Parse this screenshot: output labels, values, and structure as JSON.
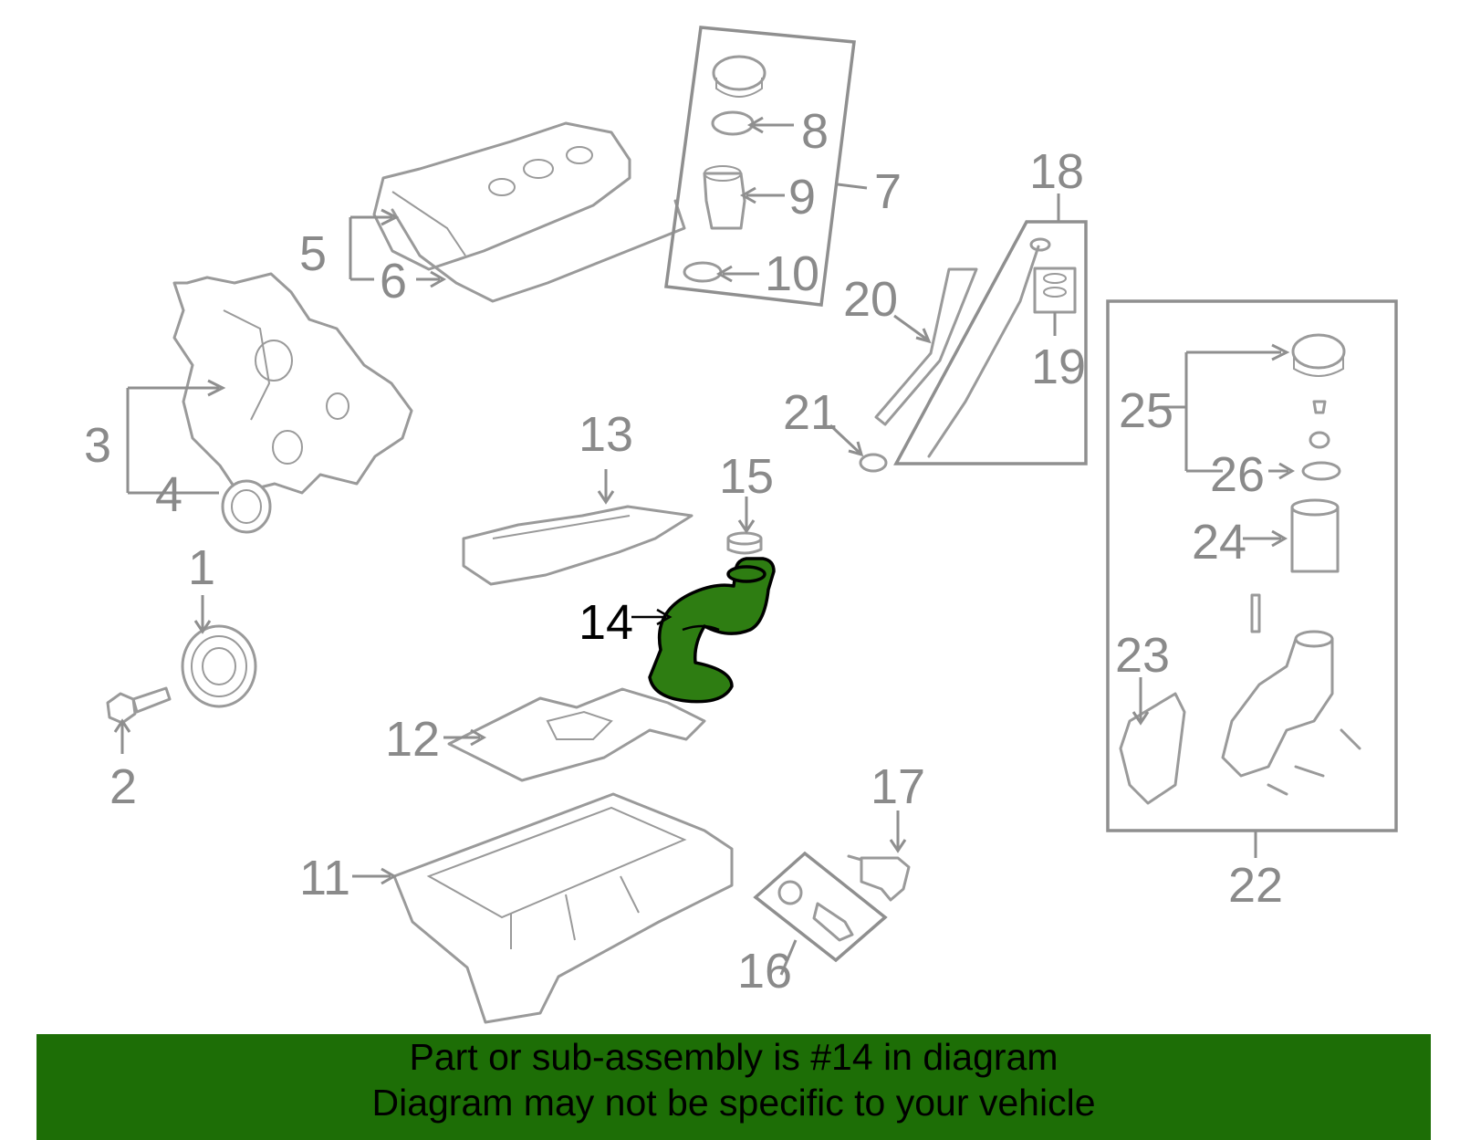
{
  "callouts": [
    {
      "id": "1",
      "text": "1"
    },
    {
      "id": "2",
      "text": "2"
    },
    {
      "id": "3",
      "text": "3"
    },
    {
      "id": "4",
      "text": "4"
    },
    {
      "id": "5",
      "text": "5"
    },
    {
      "id": "6",
      "text": "6"
    },
    {
      "id": "7",
      "text": "7"
    },
    {
      "id": "8",
      "text": "8"
    },
    {
      "id": "9",
      "text": "9"
    },
    {
      "id": "10",
      "text": "10"
    },
    {
      "id": "11",
      "text": "11"
    },
    {
      "id": "12",
      "text": "12"
    },
    {
      "id": "13",
      "text": "13"
    },
    {
      "id": "14",
      "text": "14"
    },
    {
      "id": "15",
      "text": "15"
    },
    {
      "id": "16",
      "text": "16"
    },
    {
      "id": "17",
      "text": "17"
    },
    {
      "id": "18",
      "text": "18"
    },
    {
      "id": "19",
      "text": "19"
    },
    {
      "id": "20",
      "text": "20"
    },
    {
      "id": "21",
      "text": "21"
    },
    {
      "id": "22",
      "text": "22"
    },
    {
      "id": "23",
      "text": "23"
    },
    {
      "id": "24",
      "text": "24"
    },
    {
      "id": "25",
      "text": "25"
    },
    {
      "id": "26",
      "text": "26"
    }
  ],
  "highlighted_part": "14",
  "colors": {
    "highlight": "#2e7d12",
    "banner": "#1d6e06",
    "lines": "#9a9a9a"
  },
  "footer": {
    "line1": "Part or sub-assembly is #14 in diagram",
    "line2": "Diagram may not be specific to your vehicle"
  }
}
